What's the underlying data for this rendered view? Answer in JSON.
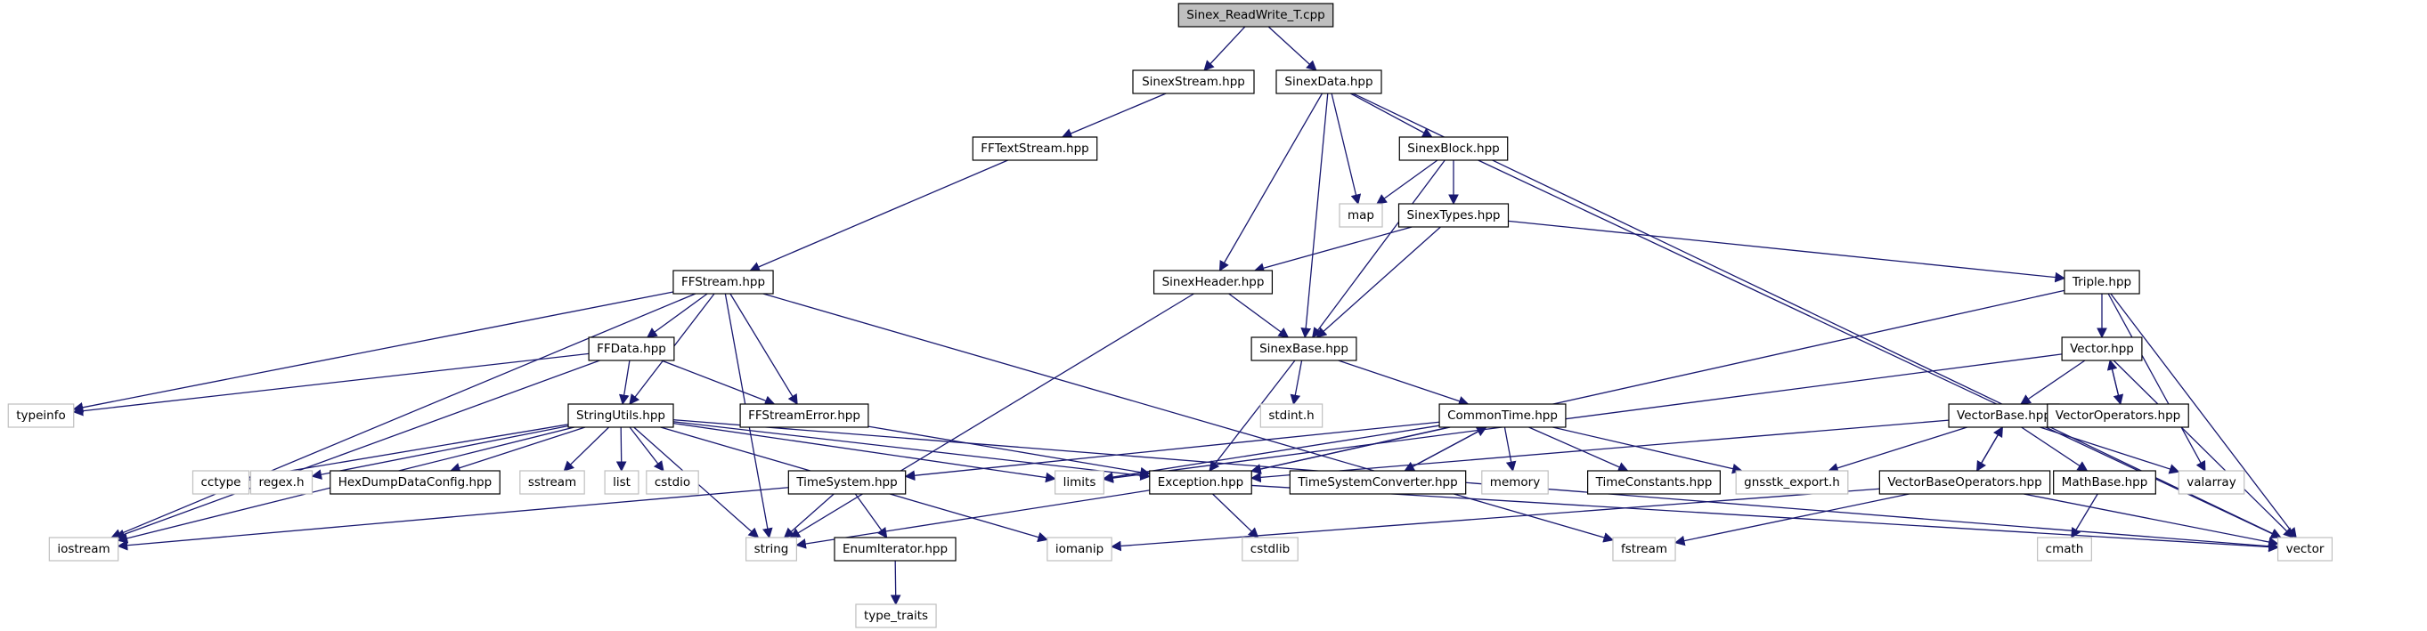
{
  "graph": {
    "title": "Sinex_ReadWrite_T.cpp",
    "edge_color": "#191970",
    "root_fill": "#bfbfbf",
    "local_border": "#000000",
    "system_border": "#bfbfbf",
    "nodes": [
      {
        "id": "root",
        "label": "Sinex_ReadWrite_T.cpp",
        "kind": "root"
      },
      {
        "id": "sinexstream",
        "label": "SinexStream.hpp",
        "kind": "local"
      },
      {
        "id": "sinexdata",
        "label": "SinexData.hpp",
        "kind": "local"
      },
      {
        "id": "fftextstream",
        "label": "FFTextStream.hpp",
        "kind": "local"
      },
      {
        "id": "sinexblock",
        "label": "SinexBlock.hpp",
        "kind": "local"
      },
      {
        "id": "map",
        "label": "map",
        "kind": "system"
      },
      {
        "id": "sinextypes",
        "label": "SinexTypes.hpp",
        "kind": "local"
      },
      {
        "id": "ffstream",
        "label": "FFStream.hpp",
        "kind": "local"
      },
      {
        "id": "sinexheader",
        "label": "SinexHeader.hpp",
        "kind": "local"
      },
      {
        "id": "triple",
        "label": "Triple.hpp",
        "kind": "local"
      },
      {
        "id": "ffdata",
        "label": "FFData.hpp",
        "kind": "local"
      },
      {
        "id": "sinexbase",
        "label": "SinexBase.hpp",
        "kind": "local"
      },
      {
        "id": "vector_hpp",
        "label": "Vector.hpp",
        "kind": "local"
      },
      {
        "id": "typeinfo",
        "label": "typeinfo",
        "kind": "system"
      },
      {
        "id": "stringutils",
        "label": "StringUtils.hpp",
        "kind": "local"
      },
      {
        "id": "ffstreamerror",
        "label": "FFStreamError.hpp",
        "kind": "local"
      },
      {
        "id": "stdint",
        "label": "stdint.h",
        "kind": "system"
      },
      {
        "id": "commontime",
        "label": "CommonTime.hpp",
        "kind": "local"
      },
      {
        "id": "vectorbase",
        "label": "VectorBase.hpp",
        "kind": "local"
      },
      {
        "id": "vectoroperators",
        "label": "VectorOperators.hpp",
        "kind": "local"
      },
      {
        "id": "cctype",
        "label": "cctype",
        "kind": "system"
      },
      {
        "id": "regex",
        "label": "regex.h",
        "kind": "system"
      },
      {
        "id": "hexdump",
        "label": "HexDumpDataConfig.hpp",
        "kind": "local"
      },
      {
        "id": "sstream",
        "label": "sstream",
        "kind": "system"
      },
      {
        "id": "list",
        "label": "list",
        "kind": "system"
      },
      {
        "id": "cstdio",
        "label": "cstdio",
        "kind": "system"
      },
      {
        "id": "timesystem",
        "label": "TimeSystem.hpp",
        "kind": "local"
      },
      {
        "id": "limits",
        "label": "limits",
        "kind": "system"
      },
      {
        "id": "exception",
        "label": "Exception.hpp",
        "kind": "local"
      },
      {
        "id": "tsconverter",
        "label": "TimeSystemConverter.hpp",
        "kind": "local"
      },
      {
        "id": "memory",
        "label": "memory",
        "kind": "system"
      },
      {
        "id": "timeconstants",
        "label": "TimeConstants.hpp",
        "kind": "local"
      },
      {
        "id": "gnsstk_export",
        "label": "gnsstk_export.h",
        "kind": "system"
      },
      {
        "id": "vbops",
        "label": "VectorBaseOperators.hpp",
        "kind": "local"
      },
      {
        "id": "mathbase",
        "label": "MathBase.hpp",
        "kind": "local"
      },
      {
        "id": "valarray",
        "label": "valarray",
        "kind": "system"
      },
      {
        "id": "iostream",
        "label": "iostream",
        "kind": "system"
      },
      {
        "id": "string",
        "label": "string",
        "kind": "system"
      },
      {
        "id": "enumiterator",
        "label": "EnumIterator.hpp",
        "kind": "local"
      },
      {
        "id": "iomanip",
        "label": "iomanip",
        "kind": "system"
      },
      {
        "id": "cstdlib",
        "label": "cstdlib",
        "kind": "system"
      },
      {
        "id": "fstream",
        "label": "fstream",
        "kind": "system"
      },
      {
        "id": "cmath",
        "label": "cmath",
        "kind": "system"
      },
      {
        "id": "vector",
        "label": "vector",
        "kind": "system"
      },
      {
        "id": "type_traits",
        "label": "type_traits",
        "kind": "system"
      }
    ],
    "edges": [
      [
        "root",
        "sinexstream"
      ],
      [
        "root",
        "sinexdata"
      ],
      [
        "sinexstream",
        "fftextstream"
      ],
      [
        "fftextstream",
        "ffstream"
      ],
      [
        "sinexdata",
        "sinexblock"
      ],
      [
        "sinexdata",
        "map"
      ],
      [
        "sinexdata",
        "sinexheader"
      ],
      [
        "sinexdata",
        "sinexbase"
      ],
      [
        "sinexdata",
        "vector"
      ],
      [
        "sinexblock",
        "map"
      ],
      [
        "sinexblock",
        "sinextypes"
      ],
      [
        "sinexblock",
        "sinexbase"
      ],
      [
        "sinexblock",
        "vector"
      ],
      [
        "sinextypes",
        "sinexheader"
      ],
      [
        "sinextypes",
        "sinexbase"
      ],
      [
        "sinextypes",
        "triple"
      ],
      [
        "sinexheader",
        "sinexbase"
      ],
      [
        "sinexheader",
        "string"
      ],
      [
        "sinexbase",
        "stdint"
      ],
      [
        "sinexbase",
        "commontime"
      ],
      [
        "sinexbase",
        "exception"
      ],
      [
        "ffstream",
        "ffdata"
      ],
      [
        "ffstream",
        "stringutils"
      ],
      [
        "ffstream",
        "ffstreamerror"
      ],
      [
        "ffstream",
        "typeinfo"
      ],
      [
        "ffstream",
        "iostream"
      ],
      [
        "ffstream",
        "string"
      ],
      [
        "ffstream",
        "fstream"
      ],
      [
        "ffdata",
        "stringutils"
      ],
      [
        "ffdata",
        "ffstreamerror"
      ],
      [
        "ffdata",
        "typeinfo"
      ],
      [
        "ffdata",
        "iostream"
      ],
      [
        "ffstreamerror",
        "exception"
      ],
      [
        "stringutils",
        "cctype"
      ],
      [
        "stringutils",
        "regex"
      ],
      [
        "stringutils",
        "hexdump"
      ],
      [
        "stringutils",
        "sstream"
      ],
      [
        "stringutils",
        "list"
      ],
      [
        "stringutils",
        "cstdio"
      ],
      [
        "stringutils",
        "limits"
      ],
      [
        "stringutils",
        "exception"
      ],
      [
        "stringutils",
        "iostream"
      ],
      [
        "stringutils",
        "string"
      ],
      [
        "stringutils",
        "iomanip"
      ],
      [
        "stringutils",
        "vector"
      ],
      [
        "commontime",
        "timesystem"
      ],
      [
        "commontime",
        "limits"
      ],
      [
        "commontime",
        "exception"
      ],
      [
        "commontime",
        "tsconverter"
      ],
      [
        "commontime",
        "memory"
      ],
      [
        "commontime",
        "timeconstants"
      ],
      [
        "commontime",
        "gnsstk_export"
      ],
      [
        "tsconverter",
        "commontime"
      ],
      [
        "timesystem",
        "iostream"
      ],
      [
        "timesystem",
        "string"
      ],
      [
        "timesystem",
        "enumiterator"
      ],
      [
        "enumiterator",
        "type_traits"
      ],
      [
        "exception",
        "cstdlib"
      ],
      [
        "exception",
        "string"
      ],
      [
        "exception",
        "vector"
      ],
      [
        "triple",
        "vector_hpp"
      ],
      [
        "triple",
        "exception"
      ],
      [
        "triple",
        "valarray"
      ],
      [
        "triple",
        "vector"
      ],
      [
        "vector_hpp",
        "vectorbase"
      ],
      [
        "vector_hpp",
        "vectoroperators"
      ],
      [
        "vector_hpp",
        "vector"
      ],
      [
        "vector_hpp",
        "limits"
      ],
      [
        "vectoroperators",
        "vector_hpp"
      ],
      [
        "vectorbase",
        "vbops"
      ],
      [
        "vectorbase",
        "mathbase"
      ],
      [
        "vectorbase",
        "valarray"
      ],
      [
        "vectorbase",
        "gnsstk_export"
      ],
      [
        "vectorbase",
        "exception"
      ],
      [
        "vbops",
        "vectorbase"
      ],
      [
        "vbops",
        "fstream"
      ],
      [
        "vbops",
        "vector"
      ],
      [
        "vbops",
        "iomanip"
      ],
      [
        "mathbase",
        "cmath"
      ]
    ]
  }
}
